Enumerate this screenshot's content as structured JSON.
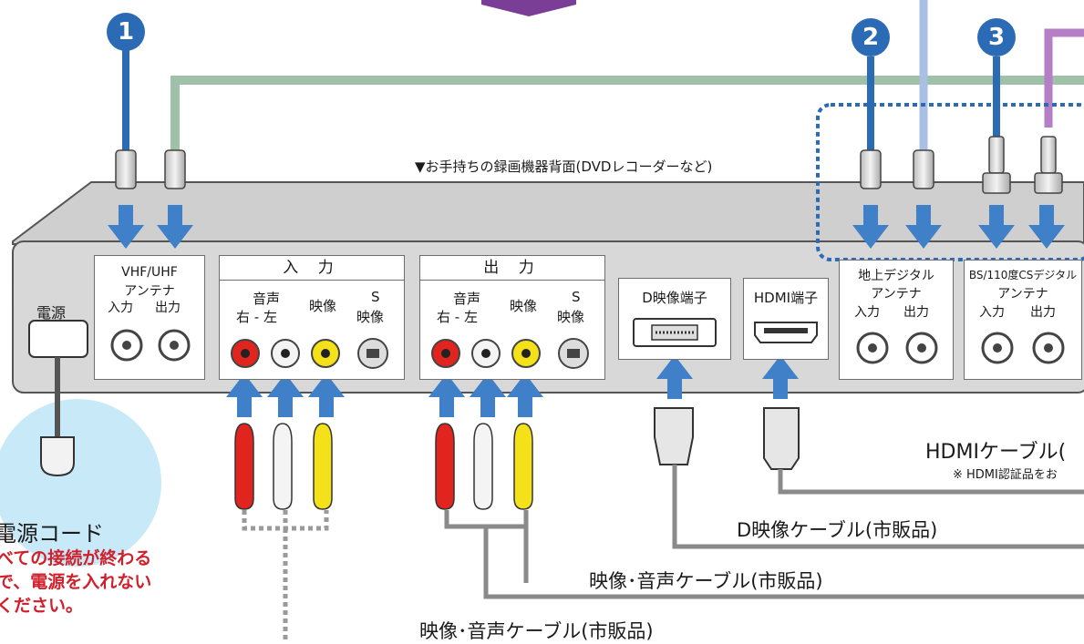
{
  "header_label": "▼お手持ちの録画機器背面(DVDレコーダーなど)",
  "badges": [
    "1",
    "2",
    "3"
  ],
  "panels": {
    "power": {
      "title": "電源"
    },
    "vhf": {
      "line1": "VHF/UHF",
      "line2": "アンテナ",
      "in": "入力",
      "out": "出力"
    },
    "input": {
      "title": "入 力",
      "audio": "音声",
      "lr": "右 - 左",
      "video": "映像",
      "s": "S",
      "s2": "映像"
    },
    "output": {
      "title": "出 力",
      "audio": "音声",
      "lr": "右 - 左",
      "video": "映像",
      "s": "S",
      "s2": "映像"
    },
    "d_video": {
      "title": "D映像端子"
    },
    "hdmi": {
      "title": "HDMI端子"
    },
    "terrestrial": {
      "line1": "地上デジタル",
      "line2": "アンテナ",
      "in": "入力",
      "out": "出力"
    },
    "bs": {
      "line1": "BS/110度CSデジタル",
      "line2": "アンテナ",
      "in": "入力",
      "out": "出力"
    }
  },
  "cables": {
    "hdmi": "HDMIケーブル(",
    "hdmi_note": "※ HDMI認証品をお",
    "d_video": "D映像ケーブル(市販品)",
    "av1": "映像･音声ケーブル(市販品)",
    "av2": "映像･音声ケーブル(市販品)"
  },
  "power_note": {
    "title": "電源コード",
    "line1": "べての接続が終わる",
    "line2": "で、電源を入れない",
    "line3": "ください。"
  },
  "colors": {
    "arrow_blue": "#3f80c8",
    "badge_blue": "#2b6bb5",
    "green_cable": "#9fc1a8",
    "light_blue_cable": "#a9bfe3",
    "purple_cable": "#b47fc6",
    "gray_cable": "#8a8a8a",
    "warning_red": "#d0202b",
    "power_bubble": "#c8e9f7"
  }
}
